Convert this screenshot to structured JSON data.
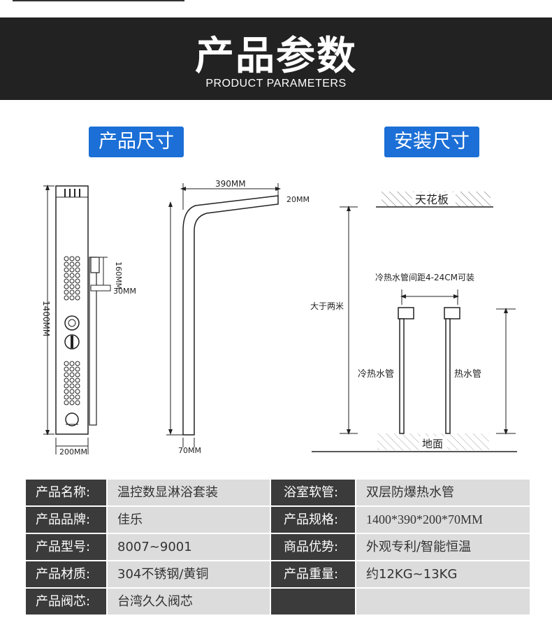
{
  "header": {
    "title": "产品参数",
    "subtitle": "PRODUCT PARAMETERS"
  },
  "sections": {
    "product_size": "产品尺寸",
    "install_size": "安装尺寸"
  },
  "dimensions": {
    "height": "1400MM",
    "width": "200MM",
    "arm_length": "390MM",
    "arm_end": "20MM",
    "pipe_width": "70MM",
    "holder_height": "160MM",
    "holder_width": "30MM"
  },
  "install": {
    "ceiling": "天花板",
    "floor": "地面",
    "min_height": "大于两米",
    "pipe_spacing": "冷热水管间距4-24CM可装",
    "cold_hot_pipe": "冷热水管",
    "hot_pipe": "热水管"
  },
  "specs": [
    {
      "label": "产品名称:",
      "value": "温控数显淋浴套装",
      "label2": "浴室软管:",
      "value2": "双层防爆热水管"
    },
    {
      "label": "产品品牌:",
      "value": "佳乐",
      "label2": "产品规格:",
      "value2": "1400*390*200*70MM"
    },
    {
      "label": "产品型号:",
      "value": "8007~9001",
      "label2": "商品优势:",
      "value2": "外观专利/智能恒温"
    },
    {
      "label": "产品材质:",
      "value": "304不锈钢/黄铜",
      "label2": "产品重量:",
      "value2": "约12KG~13KG"
    },
    {
      "label": "产品阀芯:",
      "value": "台湾久久阀芯",
      "label2": "",
      "value2": ""
    }
  ]
}
